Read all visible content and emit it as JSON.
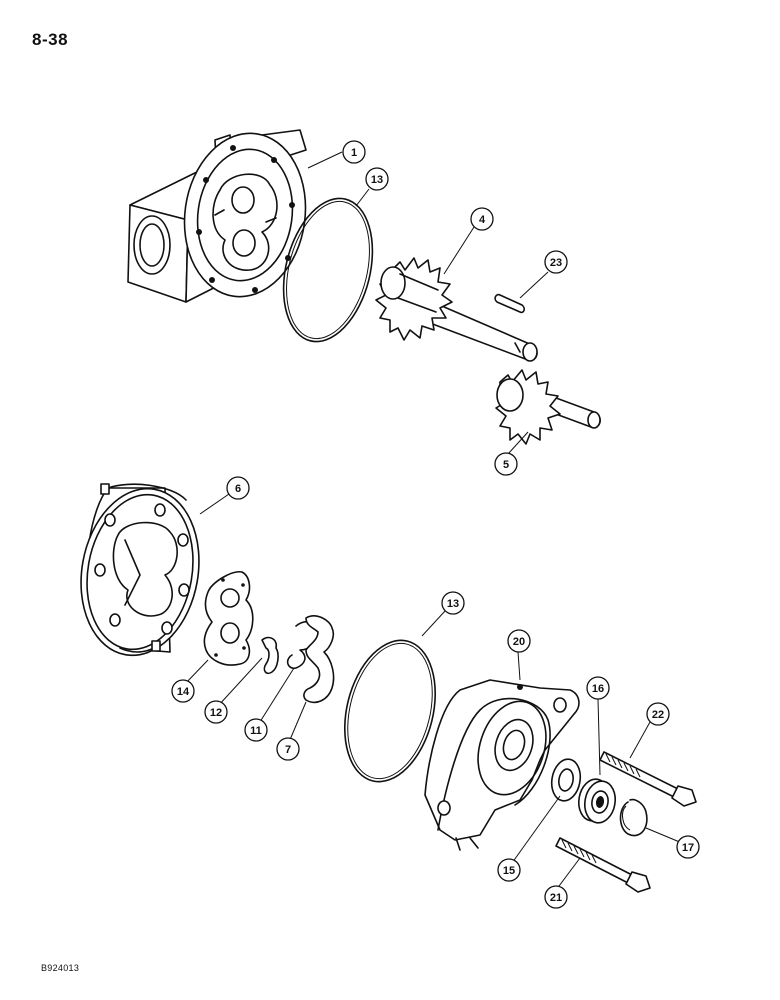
{
  "page_number": "8-38",
  "figure_code": "B924013",
  "callouts": [
    {
      "id": "c1",
      "label": "1"
    },
    {
      "id": "c13a",
      "label": "13"
    },
    {
      "id": "c4",
      "label": "4"
    },
    {
      "id": "c23",
      "label": "23"
    },
    {
      "id": "c5",
      "label": "5"
    },
    {
      "id": "c6",
      "label": "6"
    },
    {
      "id": "c13b",
      "label": "13"
    },
    {
      "id": "c20",
      "label": "20"
    },
    {
      "id": "c16",
      "label": "16"
    },
    {
      "id": "c22",
      "label": "22"
    },
    {
      "id": "c14",
      "label": "14"
    },
    {
      "id": "c12",
      "label": "12"
    },
    {
      "id": "c11",
      "label": "11"
    },
    {
      "id": "c7",
      "label": "7"
    },
    {
      "id": "c17",
      "label": "17"
    },
    {
      "id": "c15",
      "label": "15"
    },
    {
      "id": "c21",
      "label": "21"
    }
  ]
}
